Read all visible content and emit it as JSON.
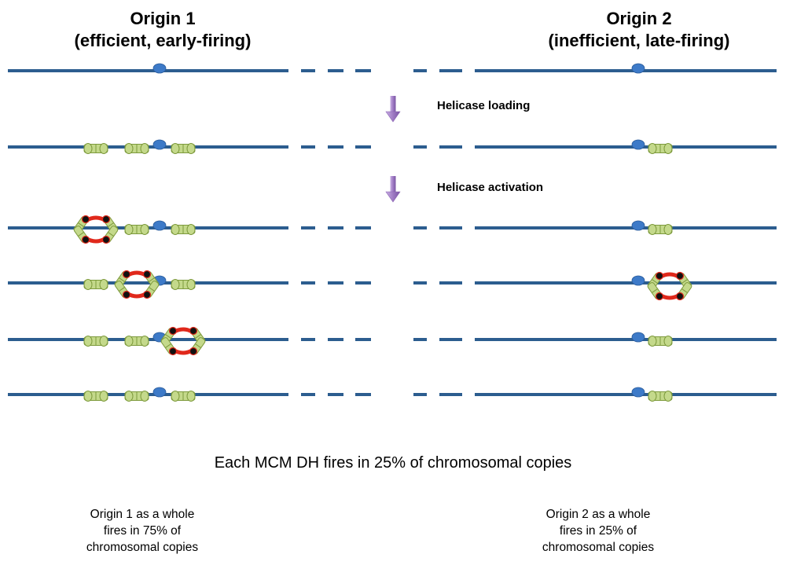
{
  "origin1": {
    "title": "Origin 1",
    "subtitle": "(efficient, early-firing)"
  },
  "origin2": {
    "title": "Origin 2",
    "subtitle": "(inefficient, late-firing)"
  },
  "steps": {
    "loading": "Helicase loading",
    "activation": "Helicase activation"
  },
  "summary": "Each MCM DH fires in 25% of chromosomal copies",
  "origin1_note": {
    "line1": "Origin 1 as a whole",
    "line2": "fires in 75% of",
    "line3": "chromosomal copies"
  },
  "origin2_note": {
    "line1": "Origin 2 as a whole",
    "line2": "fires in 25% of",
    "line3": "chromosomal copies"
  },
  "colors": {
    "dna": "#2c5d8f",
    "origin_dot": "#3d7ac8",
    "mcm_fill": "#c4d98b",
    "mcm_stroke": "#7d9a3c",
    "fork": "#e0281b",
    "arrow": "#9f7bc4"
  },
  "rows": [
    {
      "name": "unloaded",
      "origin1": {
        "loaded_dh": 0,
        "firing_dh": null
      },
      "origin2": {
        "loaded_dh": 0,
        "firing": false
      }
    },
    {
      "name": "loaded",
      "origin1": {
        "loaded_dh": 3,
        "firing_dh": null
      },
      "origin2": {
        "loaded_dh": 1,
        "firing": false
      }
    },
    {
      "name": "activated-1",
      "origin1": {
        "loaded_dh": 3,
        "firing_dh": 1
      },
      "origin2": {
        "loaded_dh": 1,
        "firing": false
      }
    },
    {
      "name": "activated-2",
      "origin1": {
        "loaded_dh": 3,
        "firing_dh": 2
      },
      "origin2": {
        "loaded_dh": 1,
        "firing": true
      }
    },
    {
      "name": "activated-3",
      "origin1": {
        "loaded_dh": 3,
        "firing_dh": 3
      },
      "origin2": {
        "loaded_dh": 1,
        "firing": false
      }
    },
    {
      "name": "no-firing",
      "origin1": {
        "loaded_dh": 3,
        "firing_dh": null
      },
      "origin2": {
        "loaded_dh": 1,
        "firing": false
      }
    }
  ]
}
